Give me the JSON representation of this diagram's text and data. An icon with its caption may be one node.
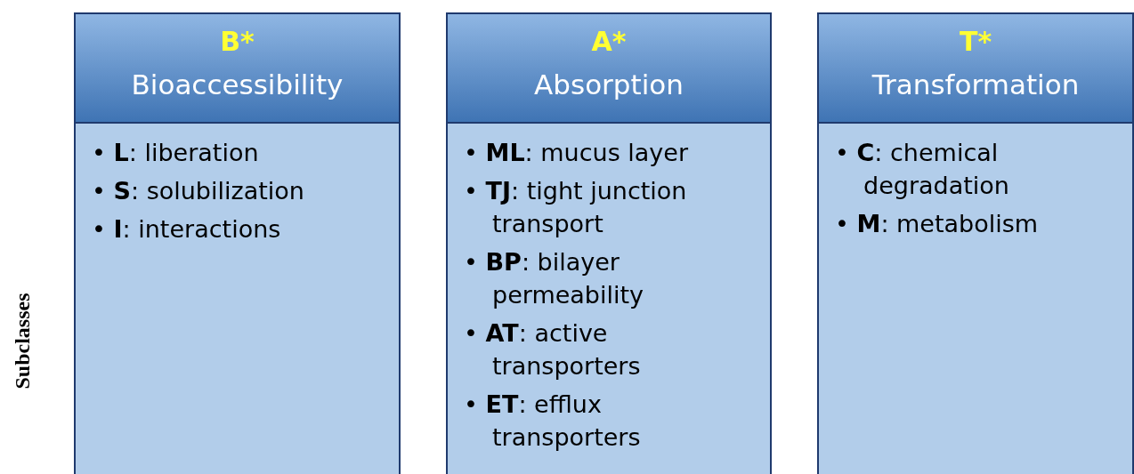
{
  "diagram": {
    "nodes": [
      {
        "text": [
          "B*",
          "Bioaccessibility"
        ]
      },
      {
        "text": [
          "• **L**: liberation",
          "• **S**: solubilization",
          "• **I**: interactions"
        ]
      },
      {
        "text": [
          "A*",
          "Absorption"
        ]
      },
      {
        "text": [
          "• **ML**: mucus layer",
          "• **TJ**: tight junction transport",
          "• **BP**: bilayer permeability",
          "• **AT**: active transporters",
          "• **ET**: efflux transporters"
        ]
      },
      {
        "text": [
          "T*",
          "Transformation"
        ]
      },
      {
        "text": [
          "• **C**: chemical degradation",
          "• **M**: metabolism"
        ]
      }
    ],
    "labels": [
      "Subclasses"
    ]
  }
}
